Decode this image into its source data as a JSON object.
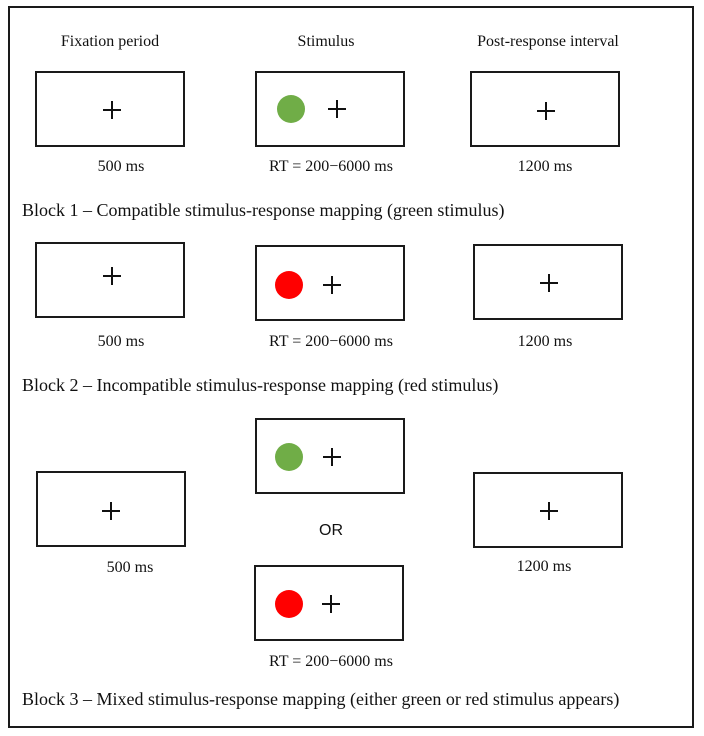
{
  "headers": {
    "fixation": "Fixation period",
    "stimulus": "Stimulus",
    "post": "Post-response interval"
  },
  "timings": {
    "fixation": "500 ms",
    "stimulus": "RT = 200−6000 ms",
    "post": "1200 ms"
  },
  "blocks": [
    {
      "label": "Block 1 – Compatible stimulus-response mapping (green stimulus)"
    },
    {
      "label": "Block 2 – Incompatible stimulus-response mapping (red stimulus)"
    },
    {
      "label": "Block 3 – Mixed stimulus-response mapping (either green or red stimulus appears)"
    }
  ],
  "or_label": "OR",
  "colors": {
    "green_stimulus": "#70ad47",
    "red_stimulus": "#ff0000",
    "border": "#1a1a1a"
  },
  "icons": {
    "fixation": "fixation-cross-icon",
    "green": "green-circle-icon",
    "red": "red-circle-icon"
  }
}
